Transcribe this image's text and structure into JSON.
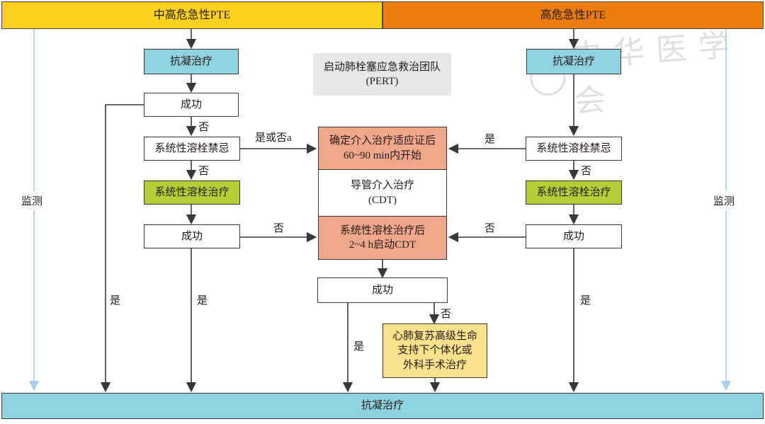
{
  "header": {
    "left": "中高危急性PTE",
    "right": "高危急性PTE"
  },
  "monitor": {
    "left_label": "监测",
    "right_label": "监测"
  },
  "watermark": {
    "text": "中华医学会"
  },
  "left_column": {
    "anticoag": "抗凝治疗",
    "success1": "成功",
    "contraindication": "系统性溶栓禁忌",
    "thrombolysis": "系统性溶栓治疗",
    "success2": "成功"
  },
  "right_column": {
    "anticoag": "抗凝治疗",
    "contraindication": "系统性溶栓禁忌",
    "thrombolysis": "系统性溶栓治疗",
    "success": "成功"
  },
  "center": {
    "pert_line1": "启动肺栓塞应急救治团队",
    "pert_line2": "(PERT)",
    "interv_line1": "确定介入治疗适应证后",
    "interv_line2": "60~90 min内开始",
    "cdt_line1": "导管介入治疗",
    "cdt_line2": "(CDT)",
    "post_line1": "系统性溶栓治疗后",
    "post_line2": "2~4 h启动CDT",
    "success": "成功",
    "cpr_line1": "心肺复苏高级生命",
    "cpr_line2": "支持下个体化或",
    "cpr_line3": "外科手术治疗"
  },
  "bottom_bar": "抗凝治疗",
  "labels": {
    "no": "否",
    "yes": "是",
    "yes_or_no_a": "是或否a"
  },
  "colors": {
    "header_left_bg": "#fcd21d",
    "header_right_bg": "#ec7c10",
    "anticoag_bg": "#8fd2e1",
    "thrombolysis_bg": "#b5cf3a",
    "interventional_bg": "#f1a78c",
    "cpr_bg": "#fae18d",
    "pert_bg": "#e7e7e7",
    "bottom_bar_bg": "#8fd2e1",
    "monitor_line": "#a9cfee",
    "connector_line": "#3a3735"
  }
}
